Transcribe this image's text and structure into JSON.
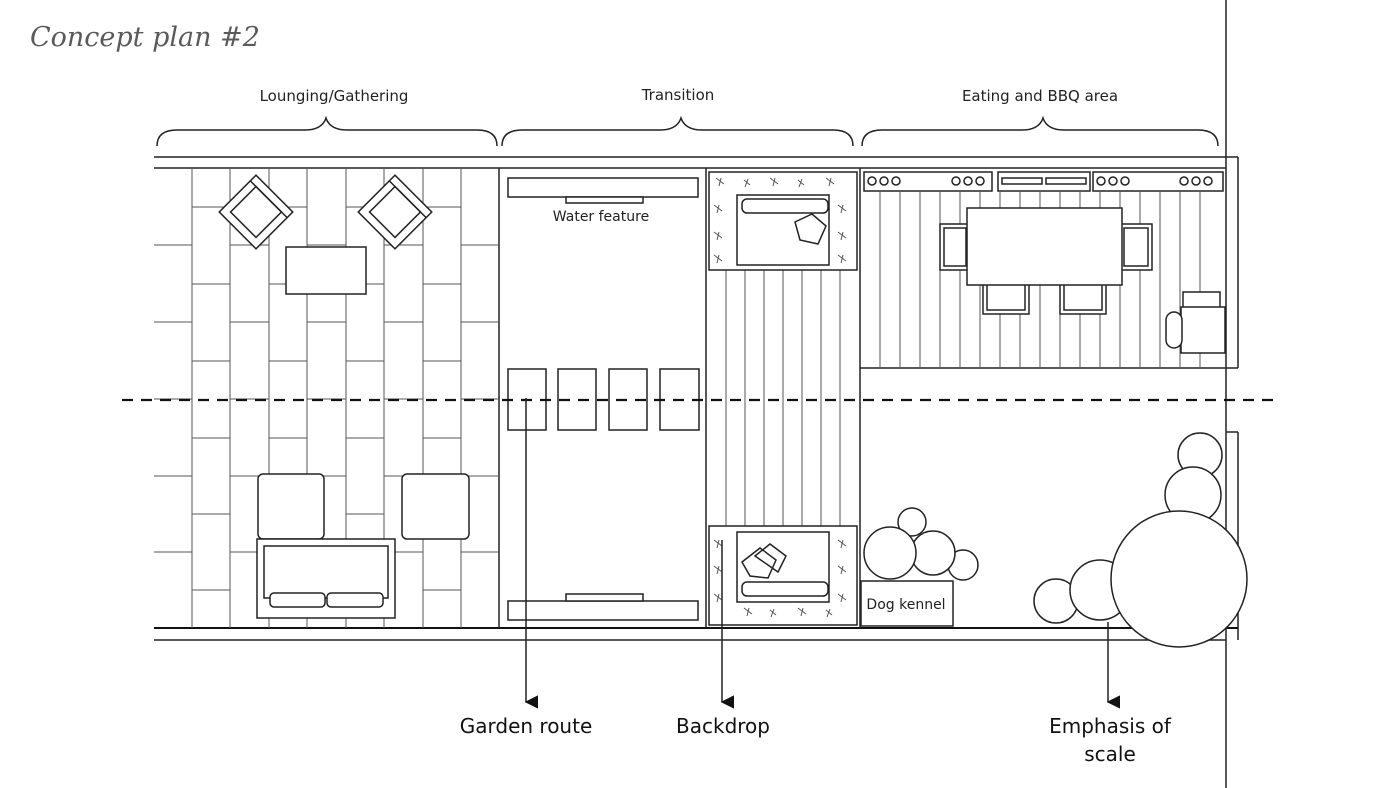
{
  "plan": {
    "title": "Concept plan #2",
    "zones": {
      "lounging": "Lounging/Gathering",
      "transition": "Transition",
      "eating": "Eating and BBQ area"
    },
    "features": {
      "water_feature": "Water feature",
      "dog_kennel": "Dog kennel"
    },
    "callouts": {
      "garden_route": "Garden route",
      "backdrop": "Backdrop",
      "emphasis_line1": "Emphasis of",
      "emphasis_line2": "scale"
    },
    "colors": {
      "line": "#222222",
      "title": "#5a5a5a",
      "background": "#ffffff"
    }
  }
}
